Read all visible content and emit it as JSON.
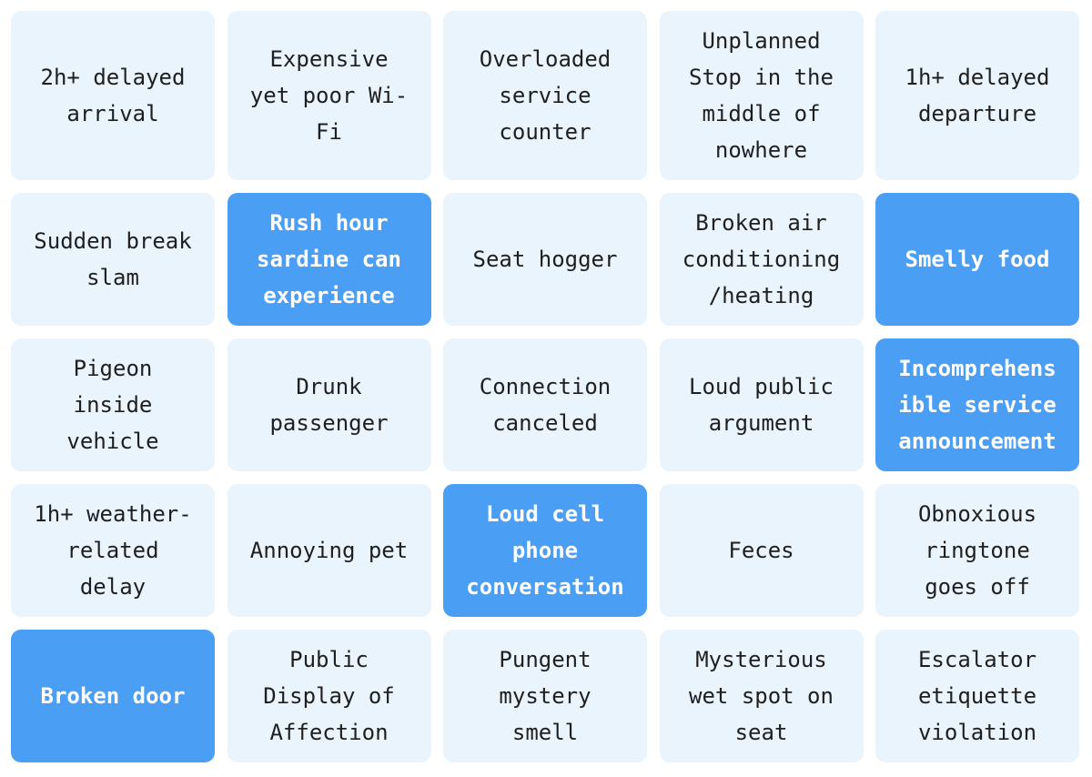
{
  "board": {
    "columns": 5,
    "colors": {
      "cell_background": "#eaf4fd",
      "marked_background": "#4a9ef4",
      "text": "#1f1f1f",
      "marked_text": "#ffffff"
    },
    "cells": [
      {
        "text": "2h+ delayed\narrival",
        "marked": false
      },
      {
        "text": "Expensive\nyet poor Wi-\nFi",
        "marked": false
      },
      {
        "text": "Overloaded\nservice\ncounter",
        "marked": false
      },
      {
        "text": "Unplanned\nStop in the\nmiddle of\nnowhere",
        "marked": false
      },
      {
        "text": "1h+ delayed\ndeparture",
        "marked": false
      },
      {
        "text": "Sudden break\nslam",
        "marked": false
      },
      {
        "text": "Rush hour\nsardine can\nexperience",
        "marked": true
      },
      {
        "text": "Seat hogger",
        "marked": false
      },
      {
        "text": "Broken air\nconditioning\n/heating",
        "marked": false
      },
      {
        "text": "Smelly food",
        "marked": true
      },
      {
        "text": "Pigeon\ninside\nvehicle",
        "marked": false
      },
      {
        "text": "Drunk\npassenger",
        "marked": false
      },
      {
        "text": "Connection\ncanceled",
        "marked": false
      },
      {
        "text": "Loud public\nargument",
        "marked": false
      },
      {
        "text": "Incomprehens\nible service\nannouncement",
        "marked": true
      },
      {
        "text": "1h+ weather-\nrelated\ndelay",
        "marked": false
      },
      {
        "text": "Annoying pet",
        "marked": false
      },
      {
        "text": "Loud cell\nphone\nconversation",
        "marked": true
      },
      {
        "text": "Feces",
        "marked": false
      },
      {
        "text": "Obnoxious\nringtone\ngoes off",
        "marked": false
      },
      {
        "text": "Broken door",
        "marked": true
      },
      {
        "text": "Public\nDisplay of\nAffection",
        "marked": false
      },
      {
        "text": "Pungent\nmystery\nsmell",
        "marked": false
      },
      {
        "text": "Mysterious\nwet spot on\nseat",
        "marked": false
      },
      {
        "text": "Escalator\netiquette\nviolation",
        "marked": false
      }
    ]
  }
}
